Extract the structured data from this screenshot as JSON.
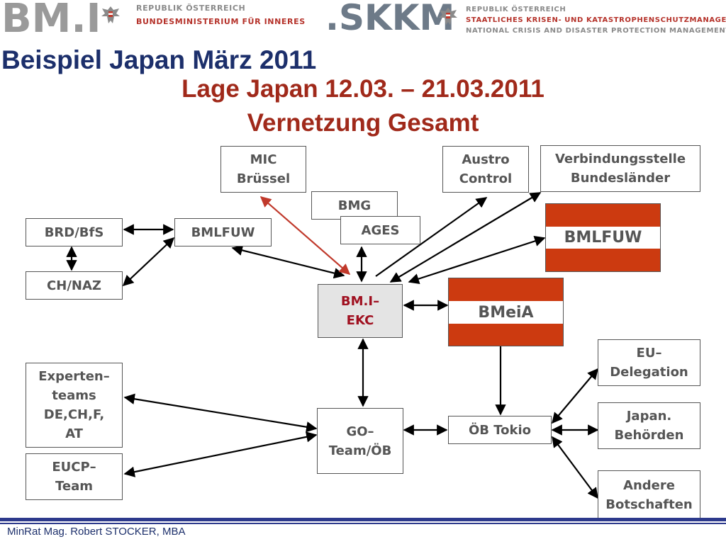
{
  "header": {
    "bmi_logo": "BM.I",
    "bmi_line1": "REPUBLIK ÖSTERREICH",
    "bmi_line2": "BUNDESMINISTERIUM FÜR INNERES",
    "skkm_logo": ".SKKM",
    "skkm_line1": "REPUBLIK ÖSTERREICH",
    "skkm_line2": "STAATLICHES KRISEN- UND KATASTROPHENSCHUTZMANAGEMENT",
    "skkm_line3": "NATIONAL CRISIS AND DISASTER PROTECTION MANAGEMENT"
  },
  "title": "Beispiel Japan März 2011",
  "subtitle_line1": "Lage Japan 12.03. – 21.03.2011",
  "subtitle_line2": "Vernetzung Gesamt",
  "nodes": {
    "mic": "MIC\nBrüssel",
    "austro": "Austro\nControl",
    "verbindung": "Verbindungsstelle\nBundesländer",
    "bmg": "BMG",
    "ages": "AGES",
    "brd": "BRD/BfS",
    "bmlfuw_left": "BMLFUW",
    "bmlfuw_flag": "BMLFUW",
    "chnaz": "CH/NAZ",
    "center": "BM.I–\nEKC",
    "bmeia_flag": "BMeiA",
    "experten": "Experten–\nteams\nDE,CH,F,\nAT",
    "eucp": "EUCP–\nTeam",
    "goteam": "GO–\nTeam/ÖB",
    "obtokio": "ÖB Tokio",
    "eudel": "EU–\nDelegation",
    "japan": "Japan.\nBehörden",
    "andere": "Andere\nBotschaften"
  },
  "footer": "MinRat Mag. Robert STOCKER, MBA",
  "colors": {
    "title_blue": "#1c2f6b",
    "subtitle_red": "#a0291a",
    "flag_red": "#cc3a10",
    "arrow_red": "#c0392b",
    "center_text": "#a01020"
  }
}
